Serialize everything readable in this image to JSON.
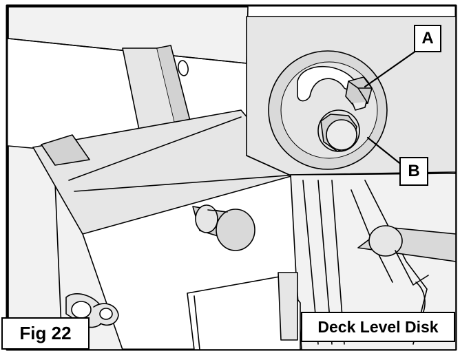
{
  "figure": {
    "number_label": "Fig 22",
    "caption": "Deck Level Disk",
    "callouts": [
      {
        "letter": "A"
      },
      {
        "letter": "B"
      }
    ]
  },
  "colors": {
    "line": "#000000",
    "fill_light": "#e6e6e6",
    "fill_mid": "#d2d2d2",
    "fill_dark": "#bdbdbd",
    "background": "#ffffff"
  }
}
